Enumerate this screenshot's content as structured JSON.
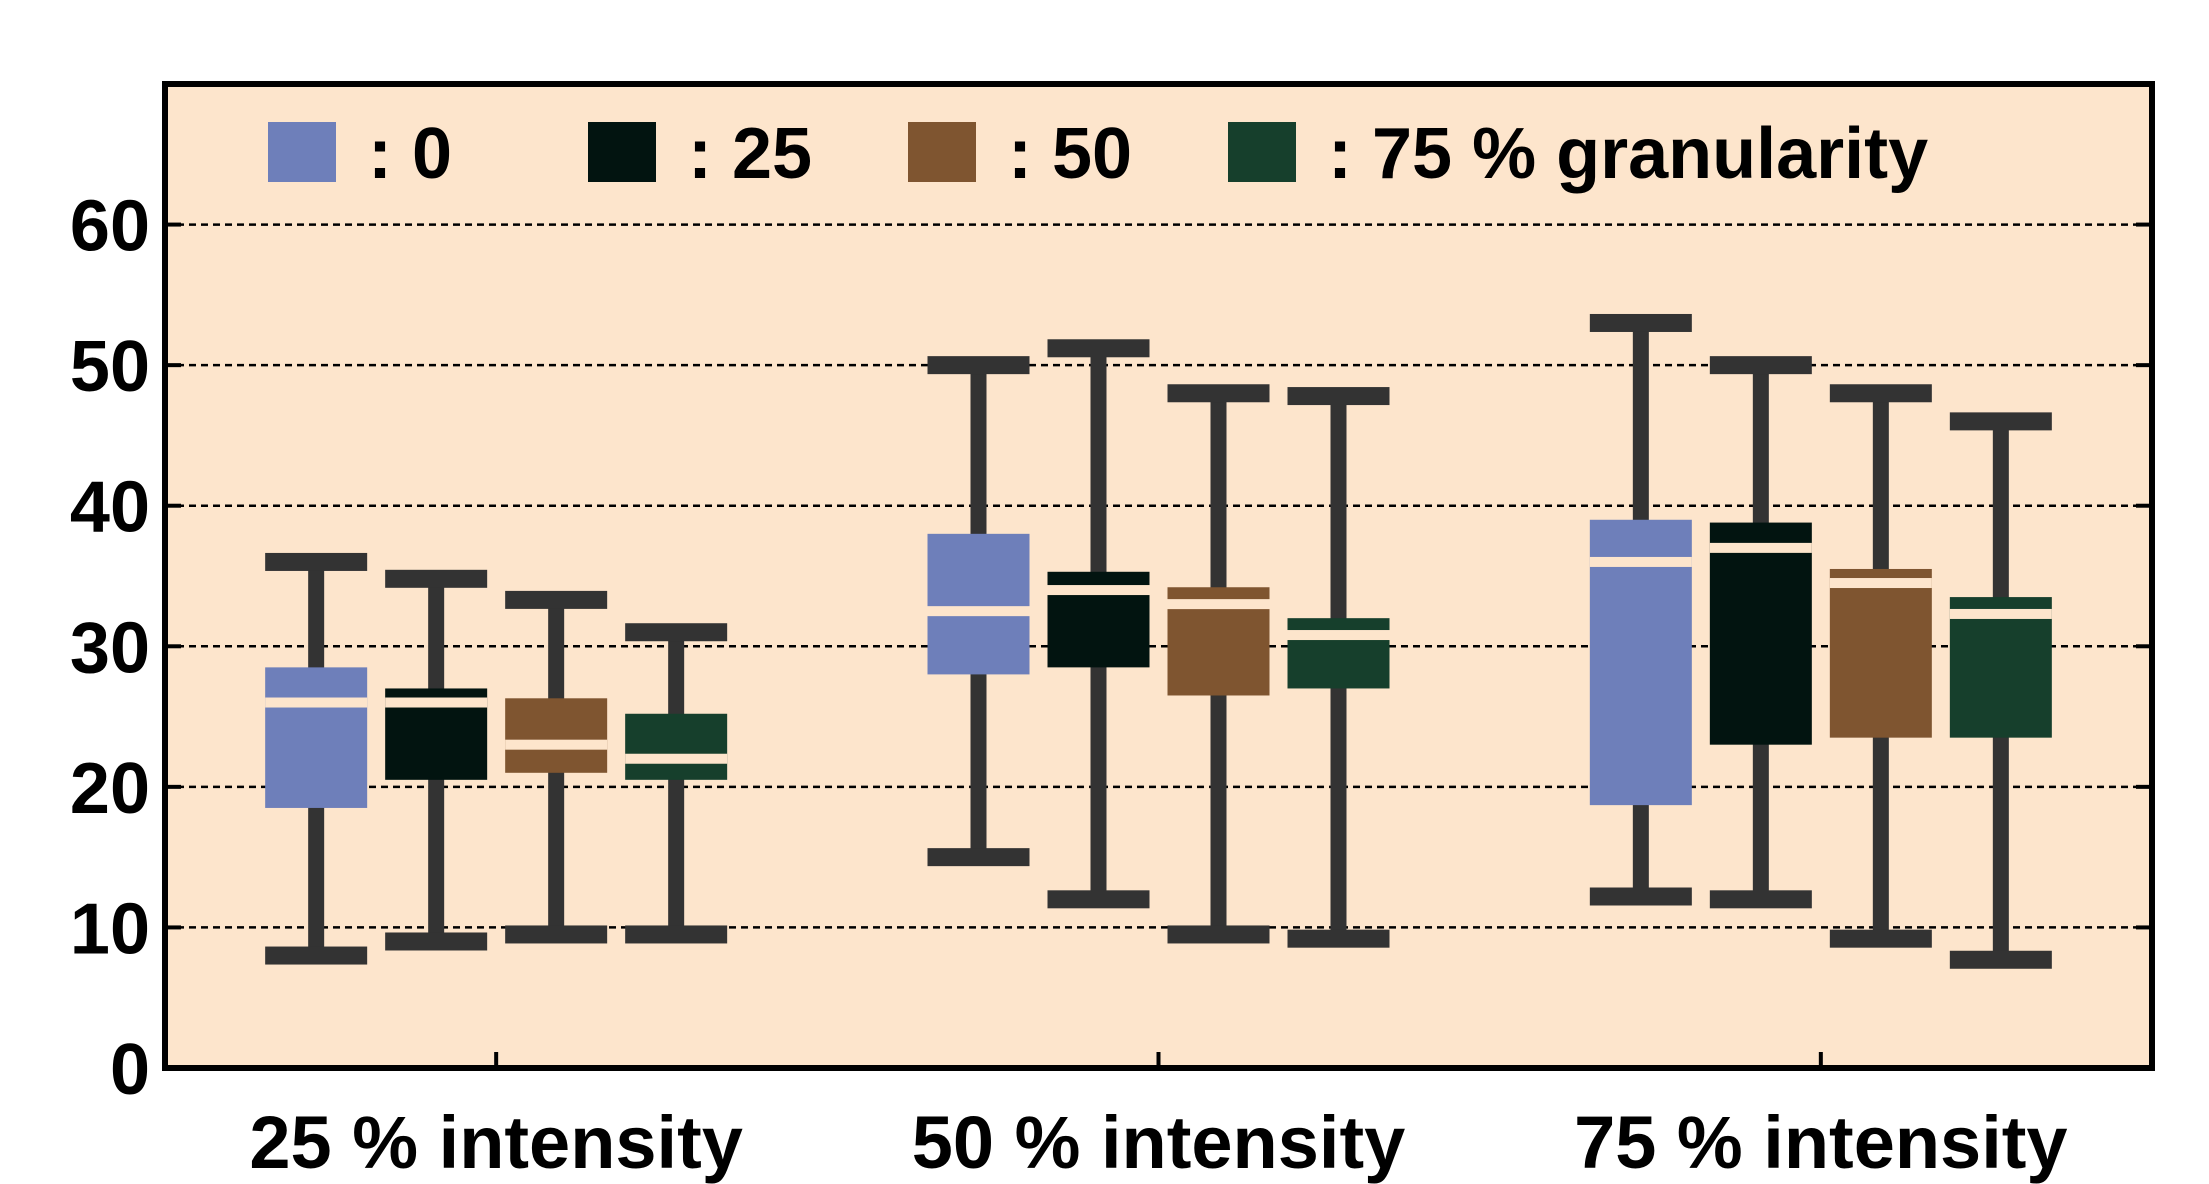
{
  "chart_data": {
    "type": "boxplot",
    "categories": [
      "25 % intensity",
      "50 % intensity",
      "75 % intensity"
    ],
    "ylim": [
      0,
      70
    ],
    "yticks": [
      0,
      10,
      20,
      30,
      40,
      50,
      60
    ],
    "grid": "horizontal dashed",
    "legend_placement": "top",
    "colors": {
      "background": "#fde5cc",
      "whisker": "#333333",
      "median_line": "#fde5cc"
    },
    "legend": {
      "entries": [
        {
          "label": ":  0",
          "color": "#6e7fba"
        },
        {
          "label": ": 25",
          "color": "#021410"
        },
        {
          "label": ": 50",
          "color": "#7f5530"
        },
        {
          "label": ": 75 %  granularity",
          "color": "#163f2c"
        }
      ]
    },
    "series": [
      {
        "color": "#6e7fba",
        "boxes": [
          {
            "whisker_low": 8,
            "q1": 18.5,
            "median": 26,
            "q3": 28.5,
            "whisker_high": 36
          },
          {
            "whisker_low": 15,
            "q1": 28,
            "median": 32.5,
            "q3": 38,
            "whisker_high": 50
          },
          {
            "whisker_low": 12.2,
            "q1": 18.7,
            "median": 36,
            "q3": 39,
            "whisker_high": 53
          }
        ]
      },
      {
        "color": "#021410",
        "boxes": [
          {
            "whisker_low": 9,
            "q1": 20.5,
            "median": 26,
            "q3": 27,
            "whisker_high": 34.8
          },
          {
            "whisker_low": 12,
            "q1": 28.5,
            "median": 34,
            "q3": 35.3,
            "whisker_high": 51.2
          },
          {
            "whisker_low": 12,
            "q1": 23,
            "median": 37,
            "q3": 38.8,
            "whisker_high": 50
          }
        ]
      },
      {
        "color": "#7f5530",
        "boxes": [
          {
            "whisker_low": 9.5,
            "q1": 21,
            "median": 23,
            "q3": 26.3,
            "whisker_high": 33.3
          },
          {
            "whisker_low": 9.5,
            "q1": 26.5,
            "median": 33,
            "q3": 34.2,
            "whisker_high": 48
          },
          {
            "whisker_low": 9.2,
            "q1": 23.5,
            "median": 34.5,
            "q3": 35.5,
            "whisker_high": 48
          }
        ]
      },
      {
        "color": "#163f2c",
        "boxes": [
          {
            "whisker_low": 9.5,
            "q1": 20.5,
            "median": 22,
            "q3": 25.2,
            "whisker_high": 31
          },
          {
            "whisker_low": 9.2,
            "q1": 27,
            "median": 30.8,
            "q3": 32,
            "whisker_high": 47.8
          },
          {
            "whisker_low": 7.7,
            "q1": 23.5,
            "median": 32.3,
            "q3": 33.5,
            "whisker_high": 46
          }
        ]
      }
    ]
  }
}
